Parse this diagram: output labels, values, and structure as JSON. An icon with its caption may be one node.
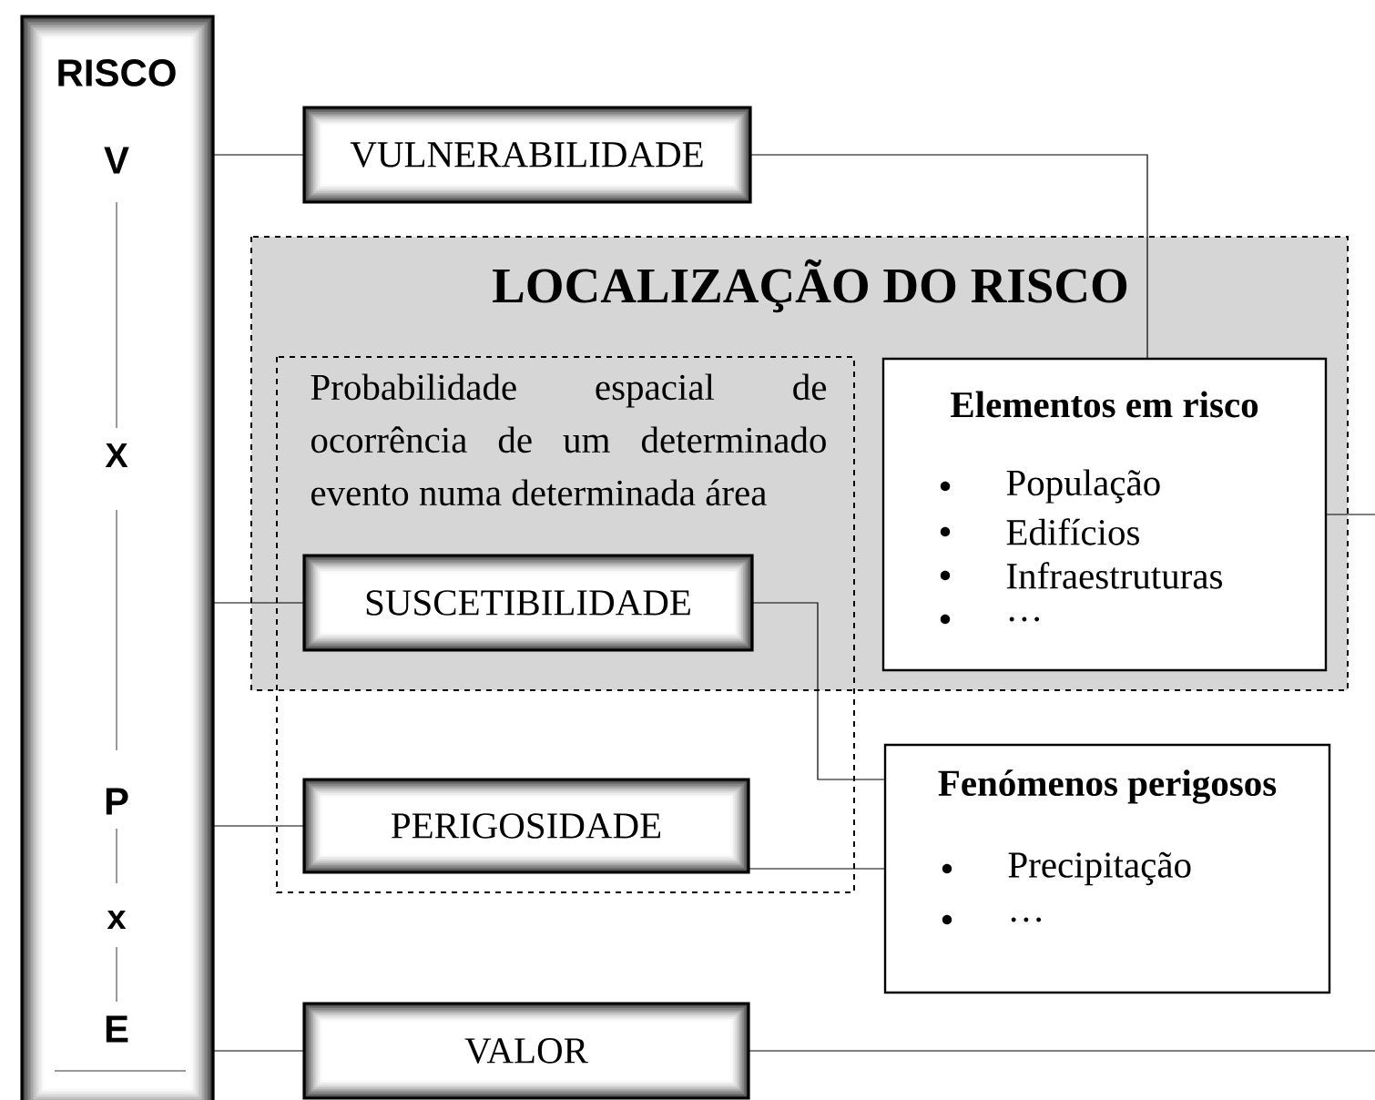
{
  "diagram": {
    "nodes": [
      {
        "text": [
          "RISCO",
          "V",
          "X",
          "P",
          "x",
          "E"
        ]
      },
      {
        "text": [
          "VULNERABILIDADE"
        ]
      },
      {
        "text": [
          "LOCALIZAÇÃO DO RISCO"
        ]
      },
      {
        "text": [
          "Probabilidade espacial de ocorrência de um determinado evento numa determinada área"
        ]
      },
      {
        "text": [
          "Elementos em risco",
          "População",
          "Edifícios",
          "Infraestruturas",
          "…"
        ],
        "in": 2
      },
      {
        "text": [
          "SUSCETIBILIDADE"
        ]
      },
      {
        "text": [
          "PERIGOSIDADE"
        ],
        "in": 3
      },
      {
        "text": [
          "Fenómenos perigosos",
          "Precipitação",
          "…"
        ]
      },
      {
        "text": [
          "VALOR"
        ]
      }
    ],
    "edges": [
      {
        "from": 0,
        "to": 1,
        "arrow": "none"
      },
      {
        "from": 1,
        "to": 4,
        "arrow": "none"
      },
      {
        "from": 4,
        "to": null,
        "arrow": "none"
      },
      {
        "from": 0,
        "to": 5,
        "arrow": "none"
      },
      {
        "from": 5,
        "to": 7,
        "arrow": "none"
      },
      {
        "from": 0,
        "to": 6,
        "arrow": "none"
      },
      {
        "from": 6,
        "to": 7,
        "arrow": "none"
      },
      {
        "from": 0,
        "to": 8,
        "arrow": "none"
      },
      {
        "from": 8,
        "to": null,
        "arrow": "none"
      }
    ]
  }
}
